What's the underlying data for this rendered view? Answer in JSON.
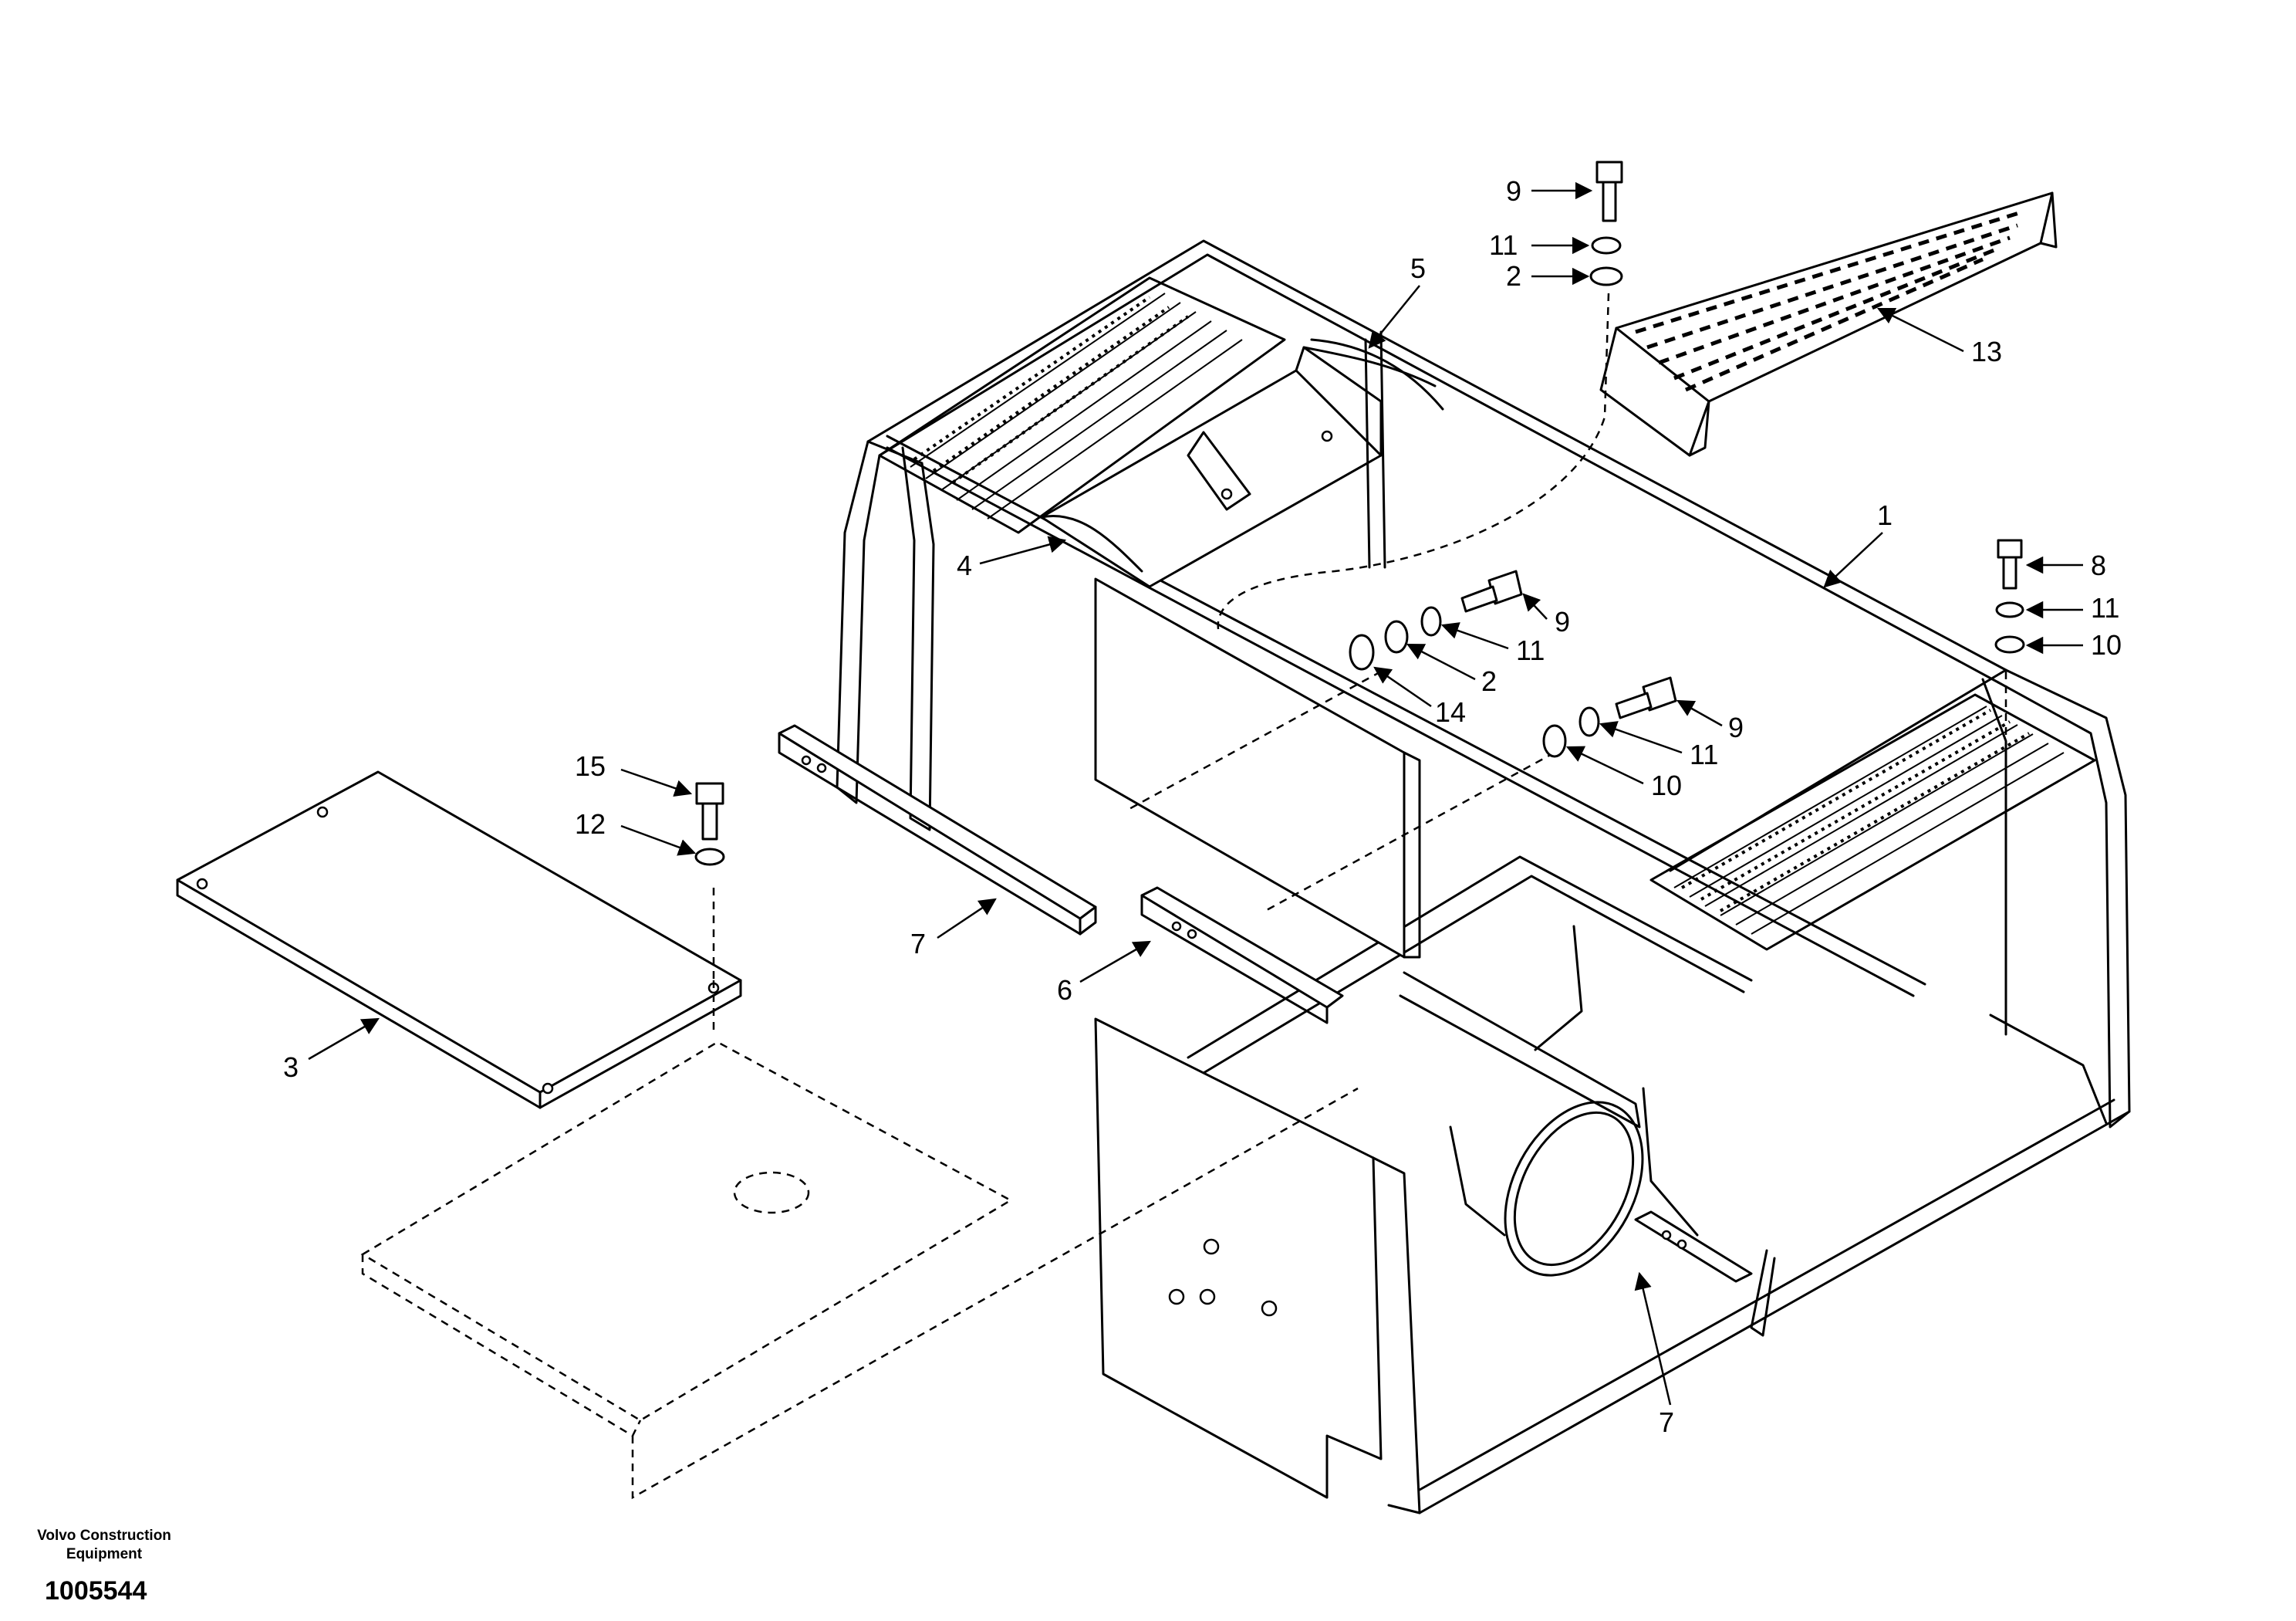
{
  "callouts": [
    "1",
    "2",
    "2",
    "3",
    "4",
    "5",
    "6",
    "7",
    "7",
    "8",
    "9",
    "9",
    "9",
    "10",
    "10",
    "11",
    "11",
    "11",
    "11",
    "12",
    "13",
    "14",
    "15"
  ],
  "footer": {
    "maker_line1": "Volvo Construction",
    "maker_line2": "Equipment",
    "doc_number": "1005544"
  }
}
